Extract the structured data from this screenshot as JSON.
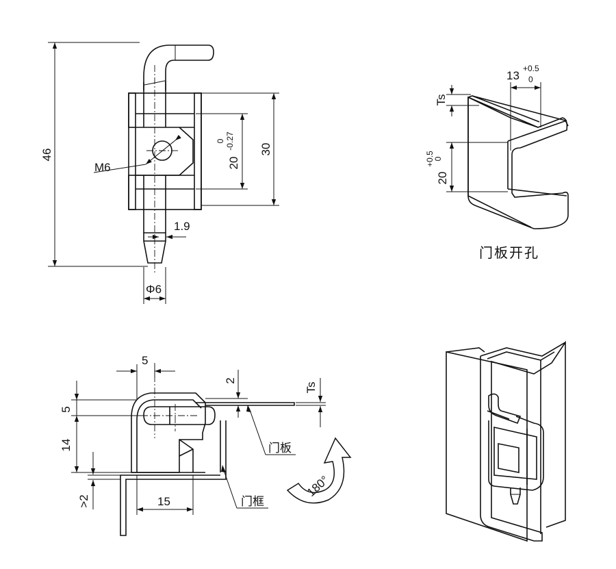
{
  "front_view": {
    "dim_height": "46",
    "dim_body": "30",
    "dim_slot": "20",
    "dim_slot_tol_upper": "0",
    "dim_slot_tol_lower": "-0.27",
    "thread": "M6",
    "dim_tip": "1.9",
    "dim_pin_dia": "Φ6"
  },
  "cutout_view": {
    "dim_width": "13",
    "dim_width_tol_upper": "+0.5",
    "dim_width_tol_lower": "0",
    "dim_thickness": "Ts",
    "dim_slot": "20",
    "dim_slot_tol_upper": "+0.5",
    "dim_slot_tol_lower": "0",
    "caption": "门板开孔"
  },
  "side_view": {
    "dim_top": "5",
    "dim_gap": "2",
    "dim_ts": "Ts",
    "dim_5": "5",
    "dim_14": "14",
    "dim_min2": ">2",
    "dim_15": "15",
    "label_door_panel": "门板",
    "label_door_frame": "门框",
    "rotation": "180°"
  }
}
